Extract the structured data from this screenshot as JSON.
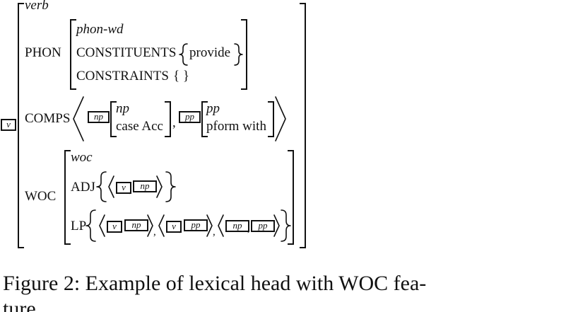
{
  "avm": {
    "head_tag": "v",
    "type": "verb",
    "phon": {
      "label": "PHON",
      "type": "phon-wd",
      "constituents_label": "CONSTITUENTS",
      "constituents_value": "provide",
      "constraints_label": "CONSTRAINTS",
      "constraints_value": "{ }"
    },
    "comps": {
      "label": "COMPS",
      "np_tag": "np",
      "np_type": "np",
      "np_case": "case Acc",
      "sep": ",",
      "pp_tag": "pp",
      "pp_type": "pp",
      "pp_pform": "pform with"
    },
    "woc": {
      "label": "WOC",
      "type": "woc",
      "adj_label": "ADJ",
      "adj_tags": [
        "v",
        "np"
      ],
      "lp_label": "LP",
      "lp_pairs": [
        [
          "v",
          "np"
        ],
        [
          "v",
          "pp"
        ],
        [
          "np",
          "pp"
        ]
      ]
    }
  },
  "caption": {
    "line1": "Figure 2: Example of lexical head with WOC fea-",
    "line2": "ture."
  }
}
